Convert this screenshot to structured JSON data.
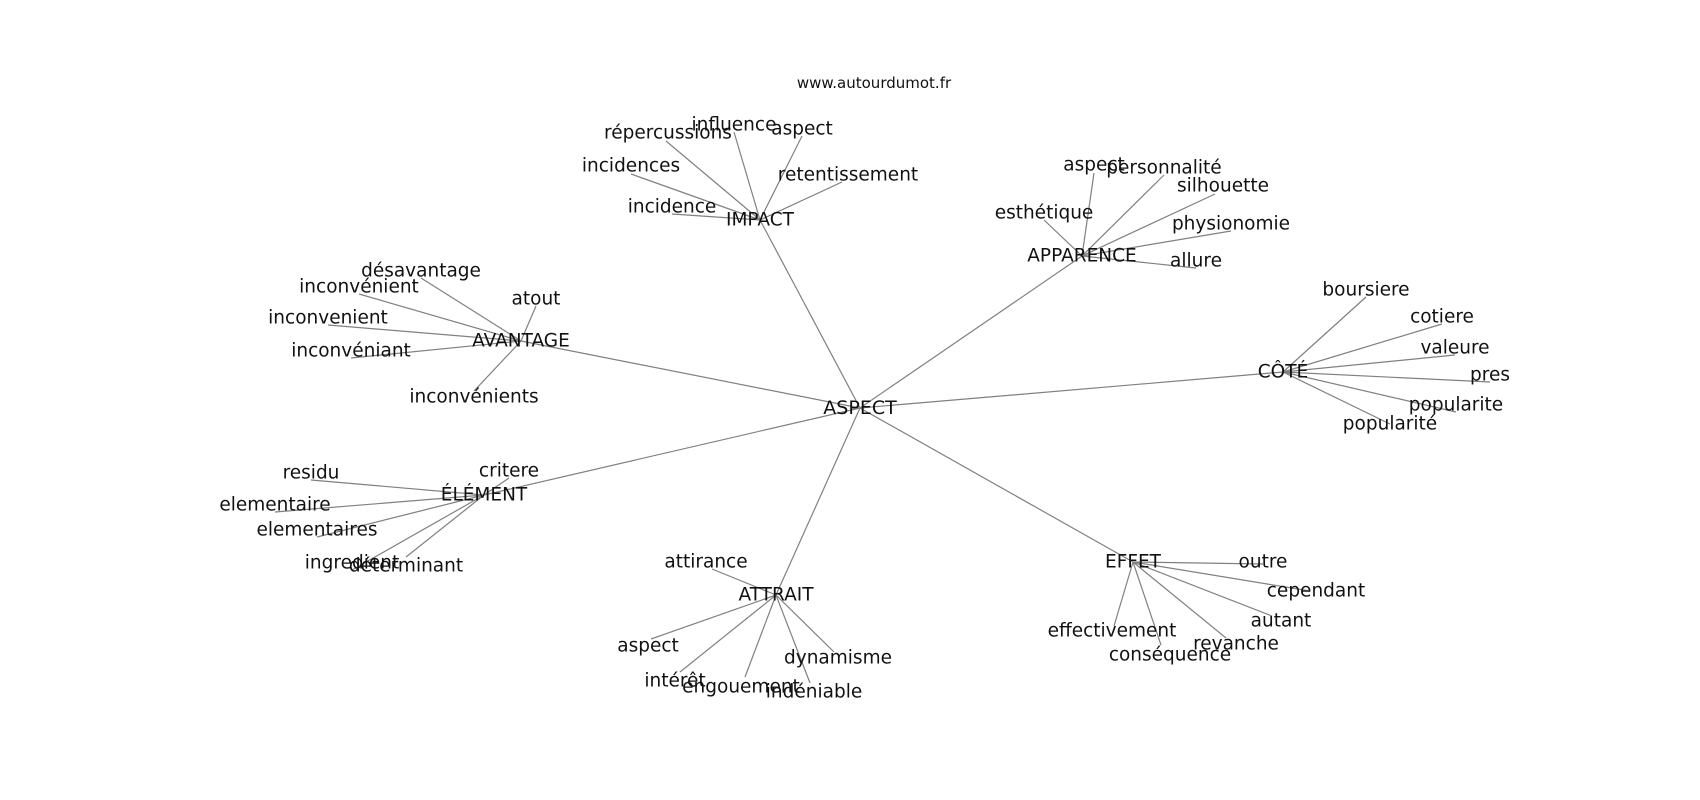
{
  "source": "www.autourdumot.fr",
  "center": "ASPECT",
  "groups": [
    {
      "label": "IMPACT",
      "words": [
        "répercussions",
        "influence",
        "aspect",
        "incidences",
        "retentissement",
        "incidence"
      ]
    },
    {
      "label": "APPARENCE",
      "words": [
        "aspect",
        "personnalité",
        "silhouette",
        "esthétique",
        "physionomie",
        "allure"
      ]
    },
    {
      "label": "AVANTAGE",
      "words": [
        "désavantage",
        "inconvénient",
        "atout",
        "inconvenient",
        "inconvéniant",
        "inconvénients"
      ]
    },
    {
      "label": "CÔTÉ",
      "words": [
        "boursiere",
        "cotiere",
        "valeure",
        "pres",
        "popularite",
        "popularité"
      ]
    },
    {
      "label": "ÉLÉMENT",
      "words": [
        "critere",
        "residu",
        "elementaire",
        "elementaires",
        "ingredient",
        "déterminant"
      ]
    },
    {
      "label": "ATTRAIT",
      "words": [
        "attirance",
        "aspect",
        "intérêt",
        "engouement",
        "dynamisme",
        "indéniable"
      ]
    },
    {
      "label": "EFFET",
      "words": [
        "outre",
        "cependant",
        "autant",
        "effectivement",
        "revanche",
        "conséquence"
      ]
    }
  ]
}
